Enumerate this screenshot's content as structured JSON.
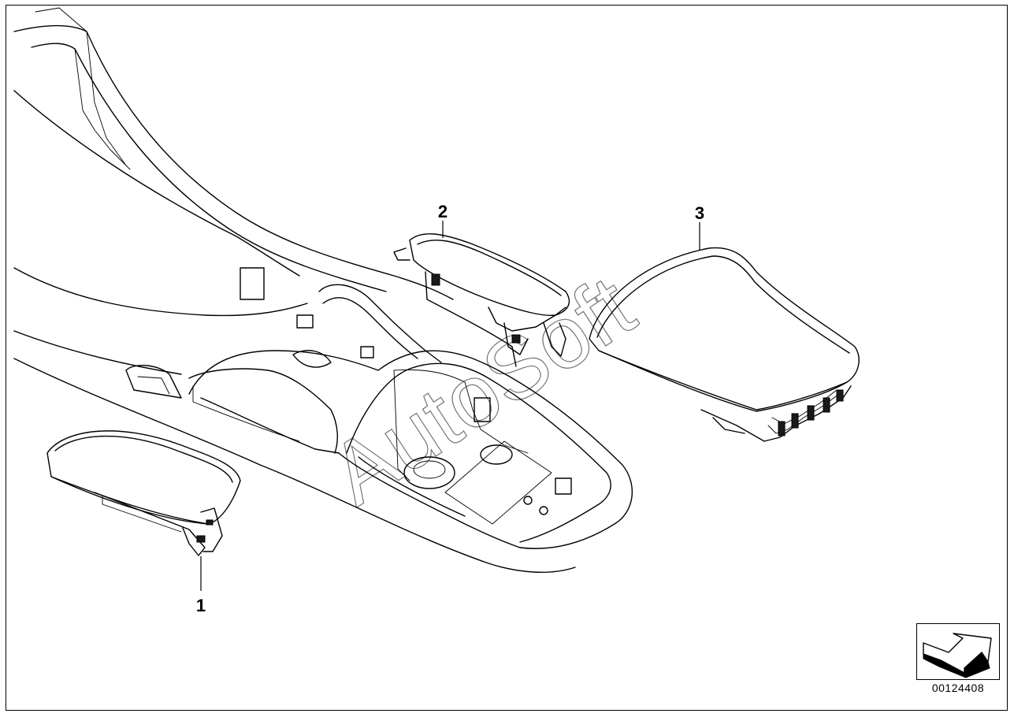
{
  "callouts": [
    {
      "id": "1",
      "label": "1"
    },
    {
      "id": "2",
      "label": "2"
    },
    {
      "id": "3",
      "label": "3"
    }
  ],
  "watermark": "AutoSoft",
  "diagram_number": "00124408",
  "icon": "direction-arrow-icon"
}
